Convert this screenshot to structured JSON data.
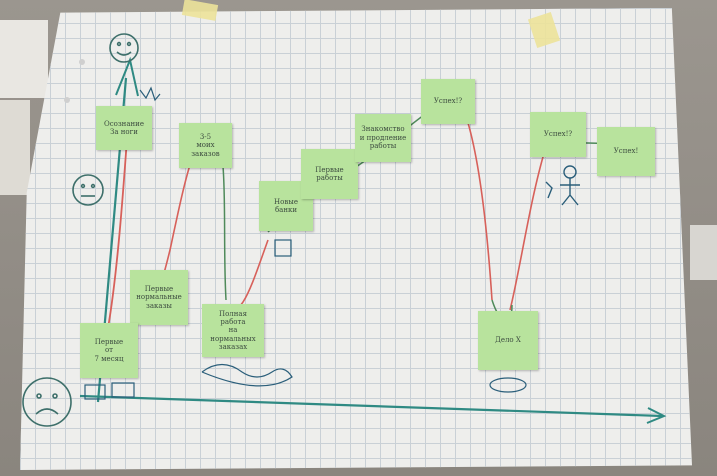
{
  "notes": [
    {
      "text": "Осознание\nЗа ноги"
    },
    {
      "text": "3-5\nмоих\nзаказов"
    },
    {
      "text": "Первые\nнормальные\nзаказы"
    },
    {
      "text": "Первые\nот\n7 месяц"
    },
    {
      "text": "Полная работа\nна нормальных\nзаказах"
    },
    {
      "text": "Новые банки"
    },
    {
      "text": "Первые работы"
    },
    {
      "text": "Знакомство\nи продление\nработы"
    },
    {
      "text": "Успех!?"
    },
    {
      "text": "Дело X"
    },
    {
      "text": "Успех!?"
    },
    {
      "text": "Успех!"
    }
  ],
  "colors": {
    "paper": "#eeeeec",
    "grid": "#c9d0d6",
    "axis": "#2f8a83",
    "red_line": "#d7605a",
    "green_line": "#4f8a5a",
    "note": "#b8e39d",
    "ink": "#2a5e7a"
  },
  "icons": [
    "happy-face-icon",
    "neutral-face-icon",
    "sad-face-icon",
    "stick-figure-icon"
  ]
}
